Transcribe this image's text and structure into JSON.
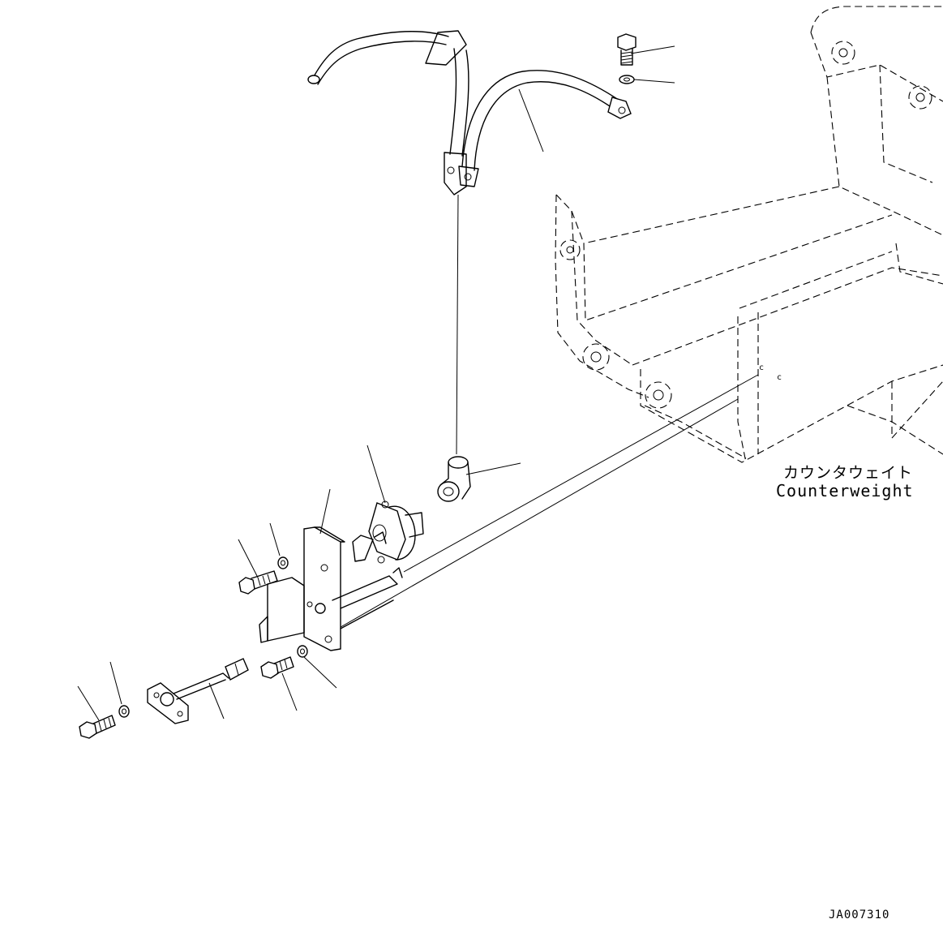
{
  "labels": {
    "counterweight_jp": "カウンタウェイト",
    "counterweight_en": "Counterweight",
    "drawing_code": "JA007310"
  },
  "icons": {
    "bolt": "hex-bolt-icon",
    "washer": "washer-icon",
    "cable": "battery-cable-icon",
    "switch": "battery-relay-icon",
    "bracket": "bracket-icon",
    "boot": "terminal-boot-icon",
    "harness": "wiring-harness-icon"
  },
  "colors": {
    "line": "#000000",
    "background": "#ffffff"
  }
}
